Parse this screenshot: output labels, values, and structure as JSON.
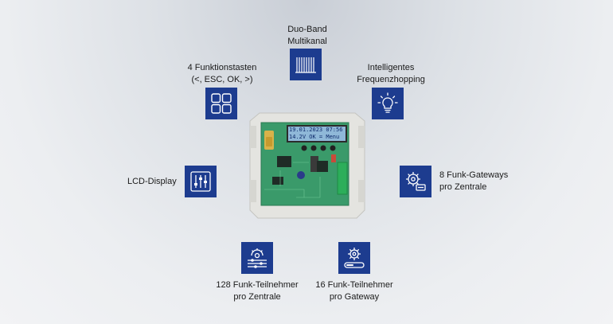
{
  "features": {
    "duo_band": {
      "line1": "Duo-Band",
      "line2": "Multikanal",
      "icon": "frequency-bars-icon"
    },
    "funktionstasten": {
      "line1": "4 Funktionstasten",
      "line2": "(<, ESC, OK, >)",
      "icon": "four-keys-icon"
    },
    "frequenzhopping": {
      "line1": "Intelligentes",
      "line2": "Frequenzhopping",
      "icon": "lightbulb-icon"
    },
    "lcd_display": {
      "line1": "LCD-Display",
      "icon": "sliders-icon"
    },
    "funk_gateways": {
      "line1": "8 Funk-Gateways",
      "line2": "pro Zentrale",
      "icon": "gear-network-icon"
    },
    "teilnehmer_zentrale": {
      "line1": "128 Funk-Teilnehmer",
      "line2": "pro Zentrale",
      "icon": "gear-sliders-icon"
    },
    "teilnehmer_gateway": {
      "line1": "16 Funk-Teilnehmer",
      "line2": "pro Gateway",
      "icon": "gear-bar-icon"
    }
  },
  "product": {
    "lcd_line1": "19.01.2023 07:56",
    "lcd_line2": "14.2V  OK = Menu",
    "colors": {
      "pcb": "#3a9a6a",
      "housing": "#e4e4e0",
      "lcd": "#8fb8d8",
      "tile": "#1d3c8f"
    }
  }
}
